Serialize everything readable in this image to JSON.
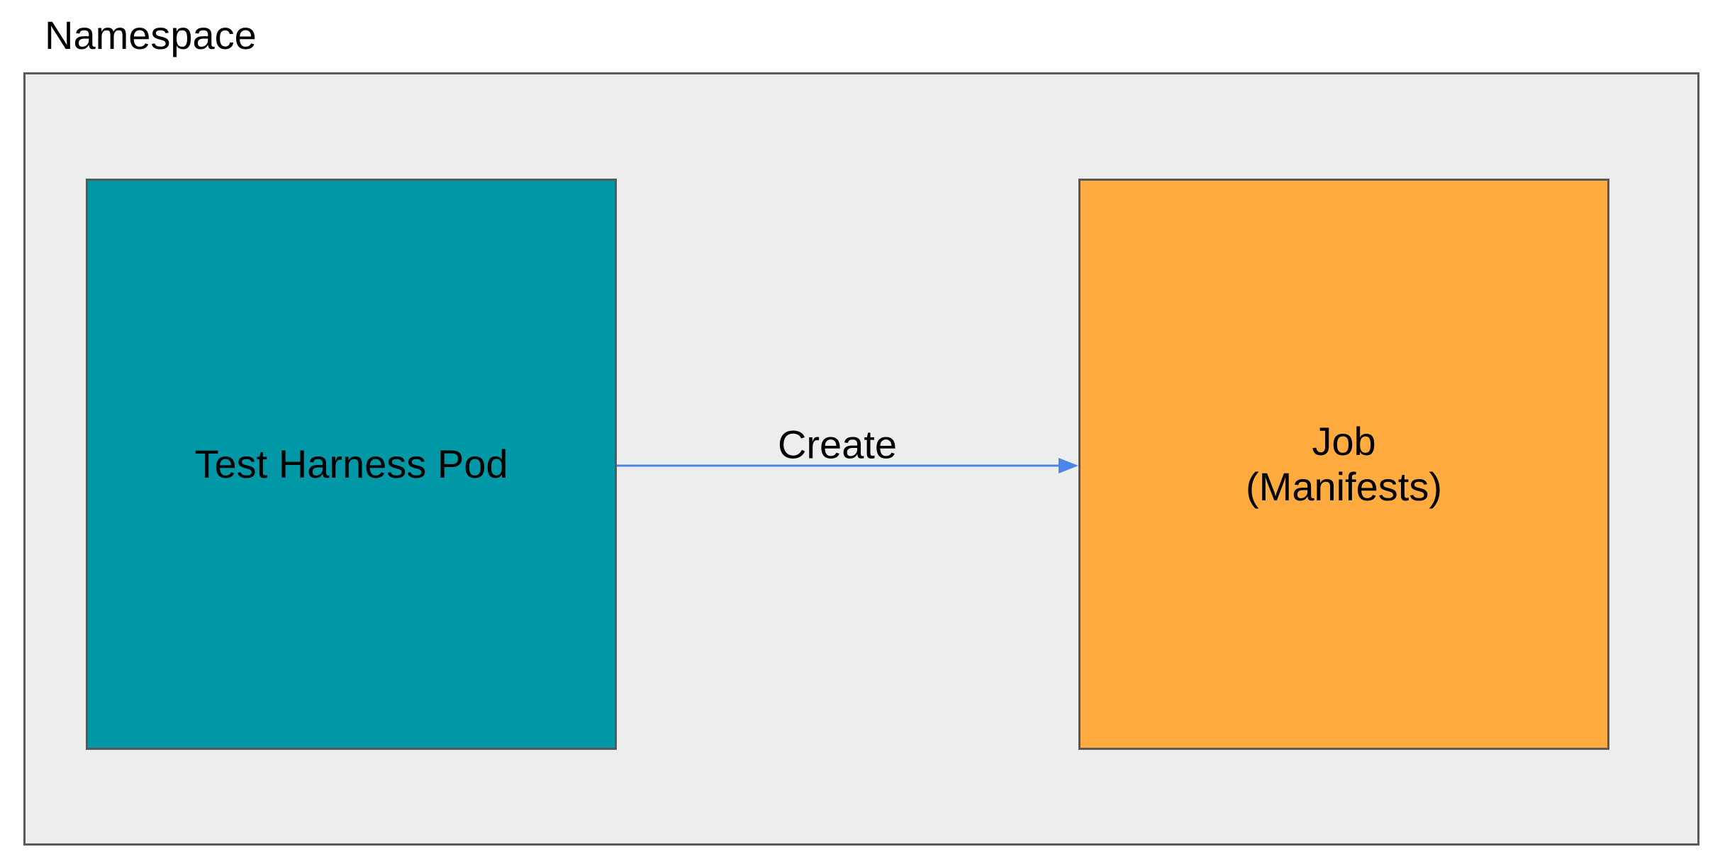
{
  "diagram": {
    "title": "Namespace",
    "nodes": [
      {
        "id": "test-harness-pod",
        "label": "Test Harness Pod",
        "color": "#0097A7"
      },
      {
        "id": "job",
        "label": "Job\n(Manifests)",
        "color": "#FFAB40"
      }
    ],
    "edges": [
      {
        "from": "test-harness-pod",
        "to": "job",
        "label": "Create",
        "color": "#4A86E8"
      }
    ],
    "container_fill": "#EDEDED",
    "border_color": "#595959"
  }
}
